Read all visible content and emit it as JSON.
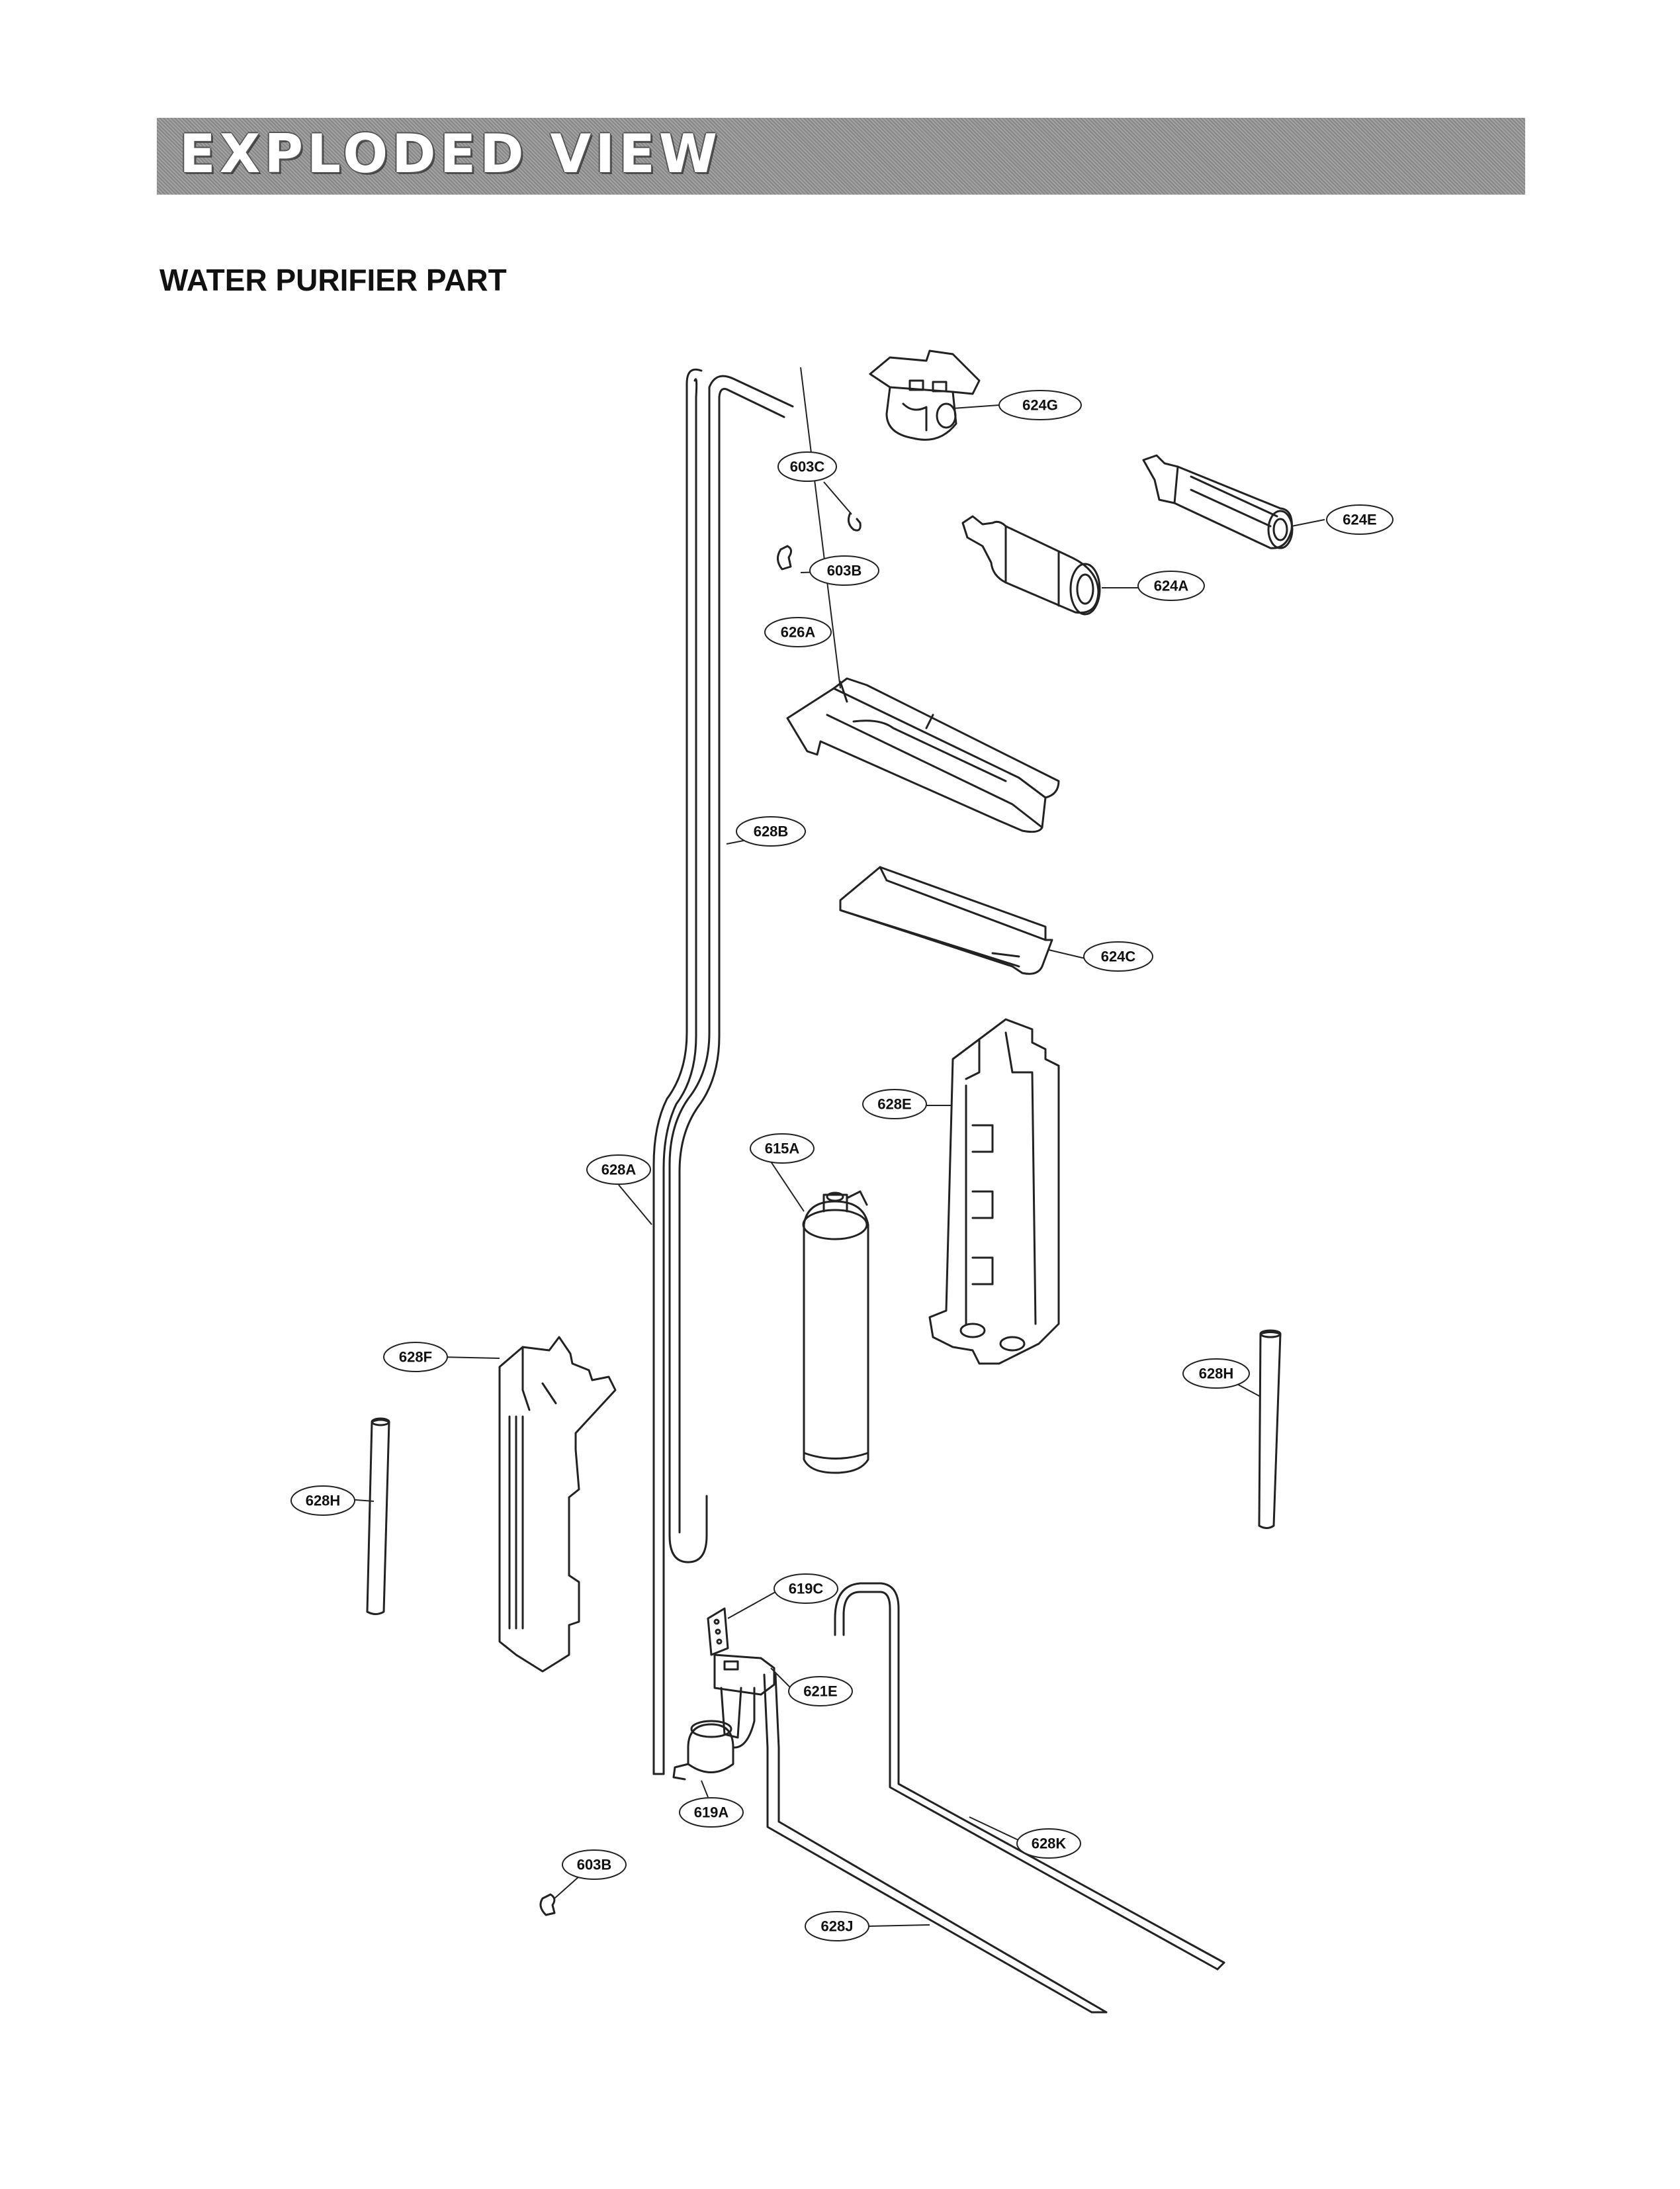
{
  "header": {
    "title": "EXPLODED VIEW"
  },
  "section": {
    "title": "WATER PURIFIER PART"
  },
  "callouts": {
    "c624G": "624G",
    "c603C": "603C",
    "c624E": "624E",
    "c603B_top": "603B",
    "c624A": "624A",
    "c626A": "626A",
    "c628B": "628B",
    "c624C": "624C",
    "c628E": "628E",
    "c615A": "615A",
    "c628A": "628A",
    "c628F": "628F",
    "c628H_right": "628H",
    "c628H_left": "628H",
    "c619C": "619C",
    "c621E": "621E",
    "c619A": "619A",
    "c628K": "628K",
    "c603B_bottom": "603B",
    "c628J": "628J"
  }
}
